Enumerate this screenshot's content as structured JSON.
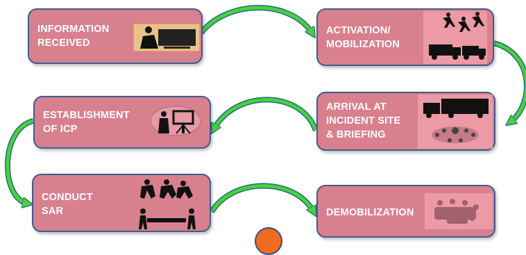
{
  "steps": [
    {
      "id": "information-received",
      "label": "INFORMATION\nRECEIVED",
      "icon": "computer-operator-icon"
    },
    {
      "id": "activation-mobilization",
      "label": "ACTIVATION/\nMOBILIZATION",
      "icon": "running-people-and-trucks-icon"
    },
    {
      "id": "arrival-at-incident-site",
      "label": "ARRIVAL AT\nINCIDENT SITE\n& BRIEFING",
      "icon": "truck-and-team-briefing-icon"
    },
    {
      "id": "establishment-of-icp",
      "label": "ESTABLISHMENT\nOF ICP",
      "icon": "presenter-at-board-icon"
    },
    {
      "id": "conduct-sar",
      "label": "CONDUCT\nSAR",
      "icon": "rescuers-carrying-stretcher-icon"
    },
    {
      "id": "demobilization",
      "label": "DEMOBILIZATION",
      "icon": "team-puzzle-icon"
    }
  ],
  "colors": {
    "box_fill": "#d9808f",
    "box_border": "#3d5c93",
    "label_text": "#ffffff",
    "arrow_fill": "#4ccf3a",
    "arrow_outline": "#1f6b8a",
    "dot_fill": "#f06a1f"
  }
}
